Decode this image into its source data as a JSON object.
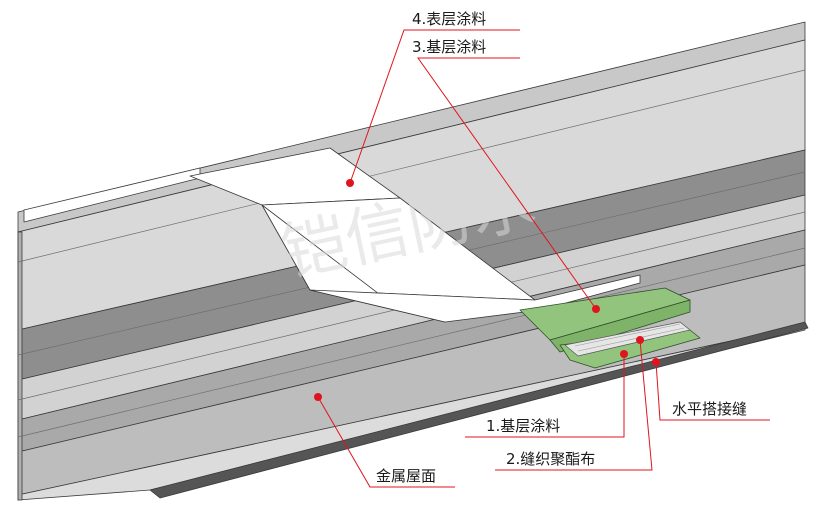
{
  "labels": {
    "surface_coating": "4.表层涂料",
    "base_coating_top": "3.基层涂料",
    "base_coating_bottom": "1.基层涂料",
    "polyester_fabric": "2.缝织聚酯布",
    "horizontal_lap_seam": "水平搭接缝",
    "metal_roof": "金属屋面"
  },
  "watermark": "铠信防水",
  "colors": {
    "leader": "#e0141e",
    "green_coating": "#93c47d",
    "white_coating": "#ffffff",
    "roof_light": "#d6d6d6",
    "roof_mid": "#b3b3b3",
    "roof_dark": "#8f8f8f"
  }
}
